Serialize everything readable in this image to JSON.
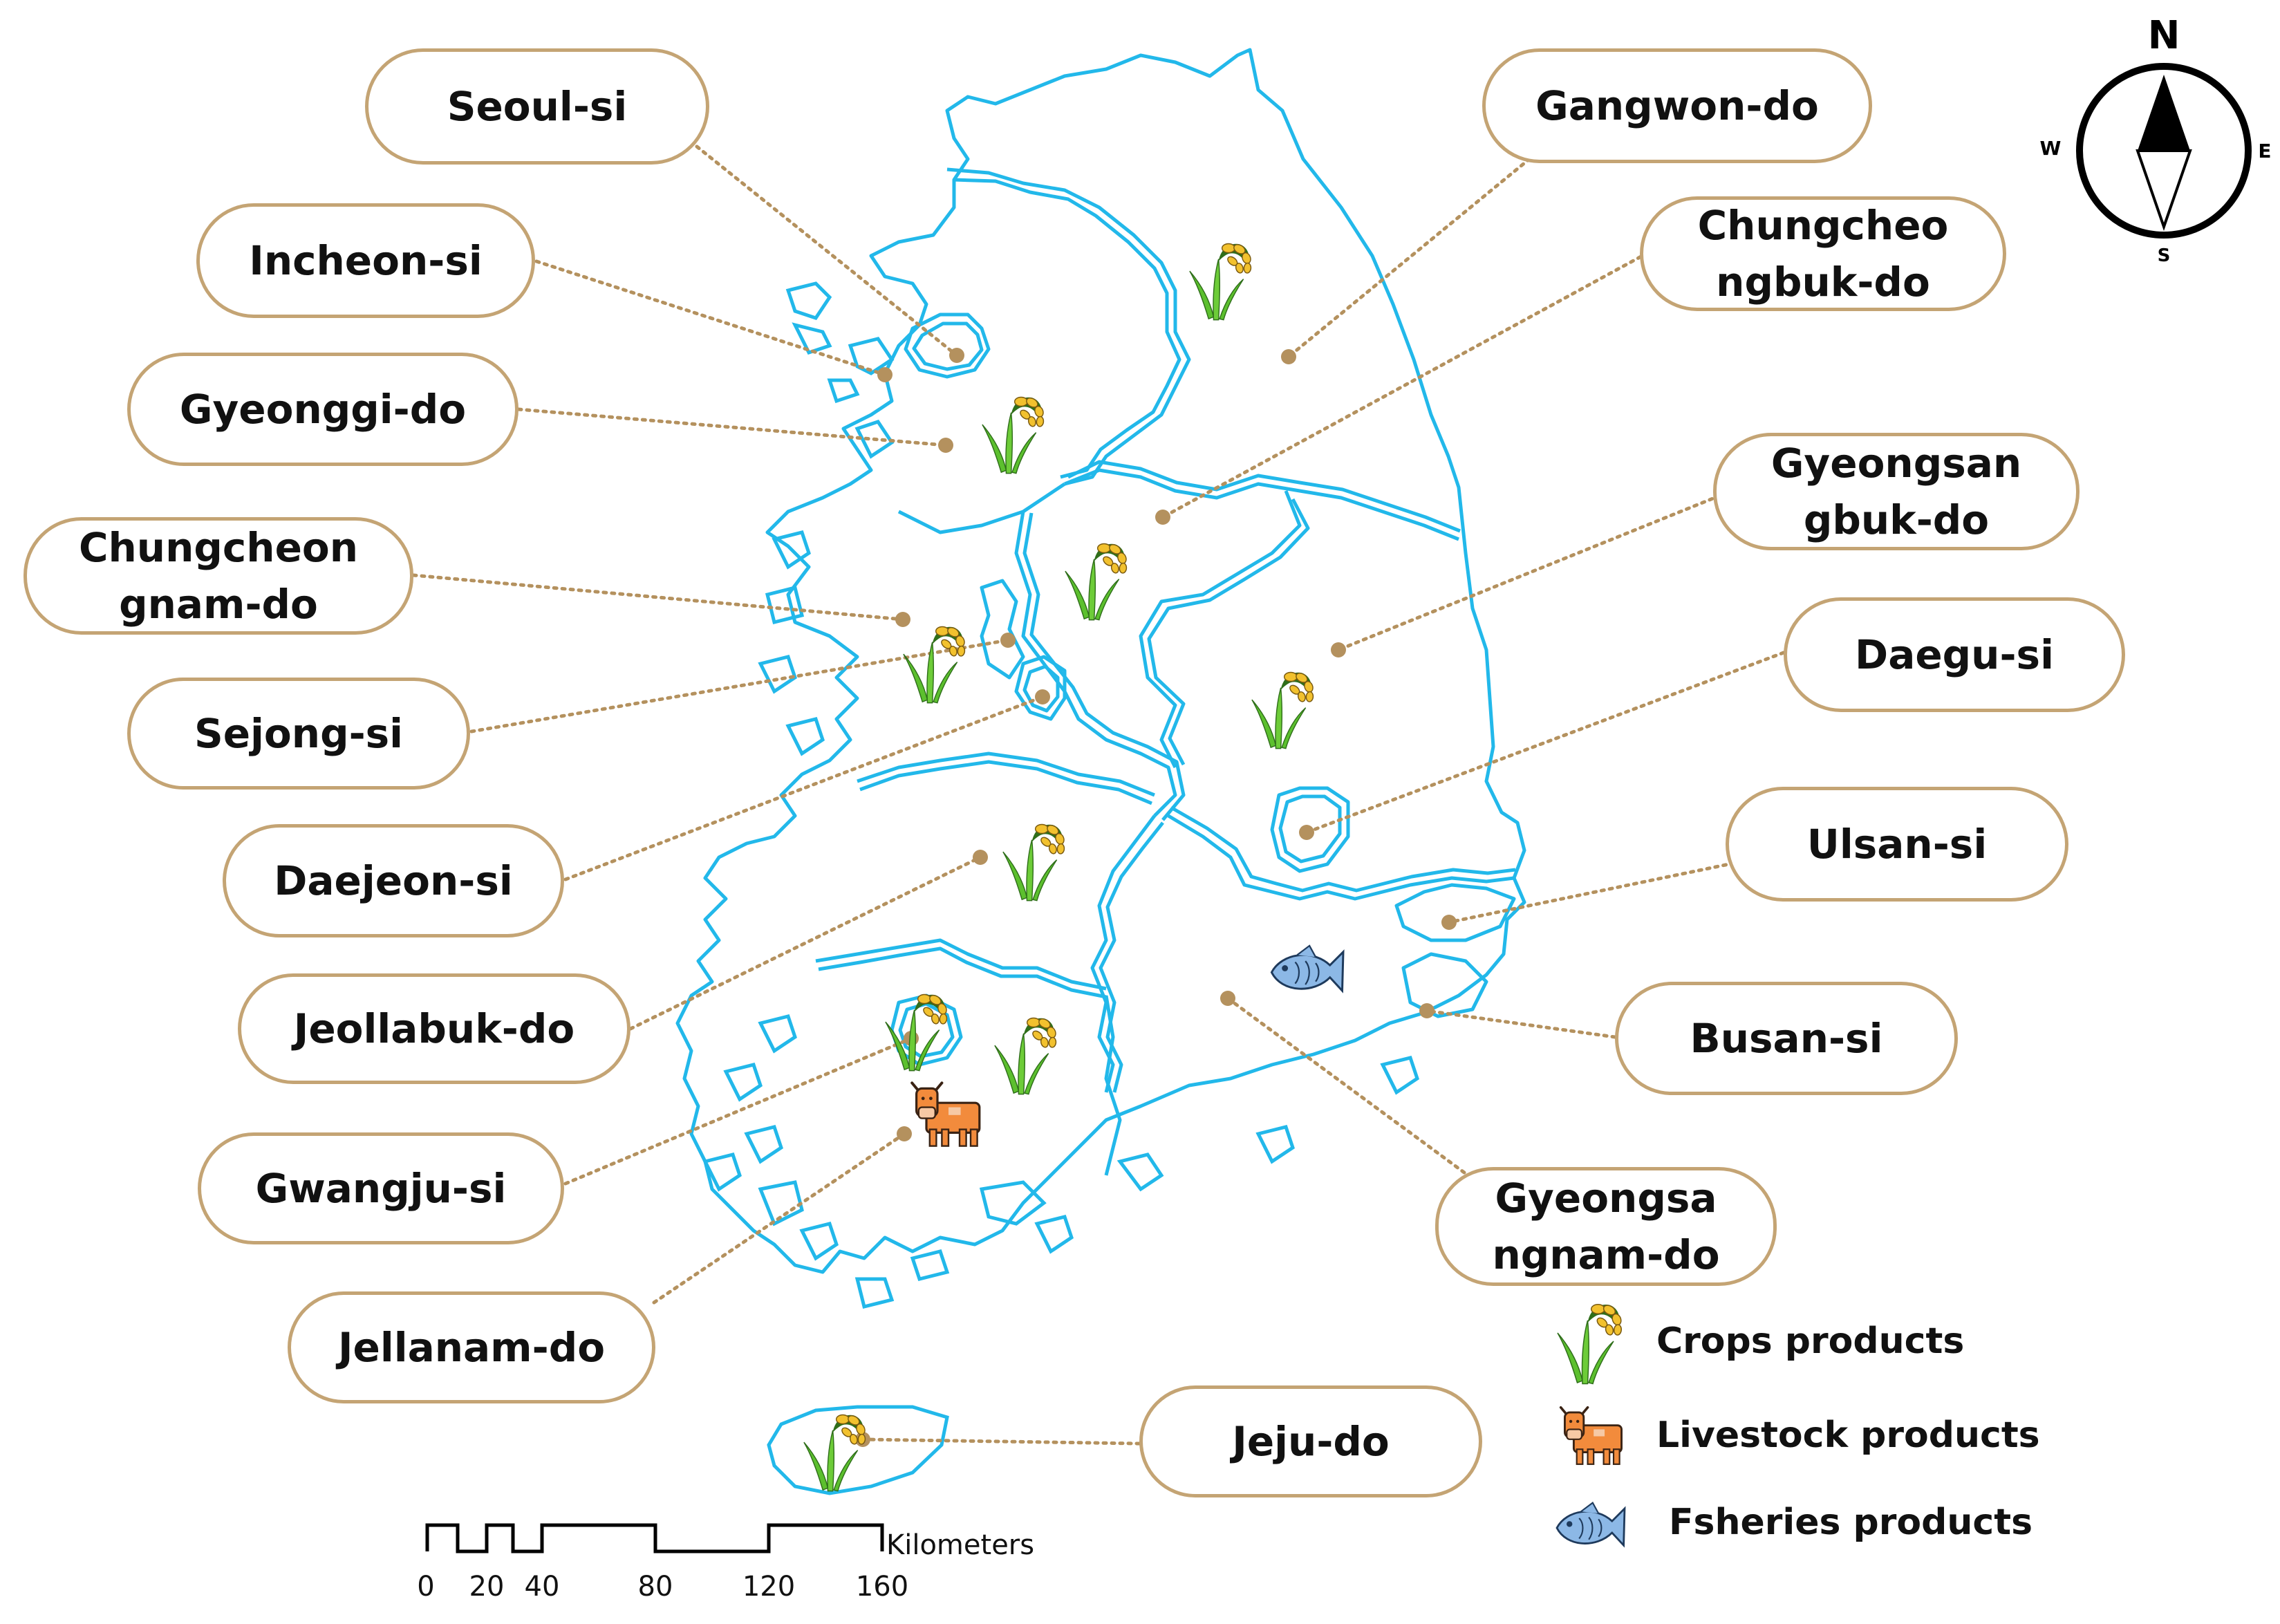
{
  "regions": [
    {
      "id": "seoul",
      "name": "Seoul-si",
      "product": "",
      "color_hint": ""
    },
    {
      "id": "incheon",
      "name": "Incheon-si",
      "product": ""
    },
    {
      "id": "gyeonggi",
      "name": "Gyeonggi-do",
      "product": "crops"
    },
    {
      "id": "chungnam",
      "name": "Chungcheon\ngnam-do",
      "product": "crops"
    },
    {
      "id": "sejong",
      "name": "Sejong-si",
      "product": ""
    },
    {
      "id": "daejeon",
      "name": "Daejeon-si",
      "product": ""
    },
    {
      "id": "jeonbuk",
      "name": "Jeollabuk-do",
      "product": "crops"
    },
    {
      "id": "gwangju",
      "name": "Gwangju-si",
      "product": "crops"
    },
    {
      "id": "jeonnam",
      "name": "Jellanam-do",
      "product": "crops, livestock"
    },
    {
      "id": "jeju",
      "name": "Jeju-do",
      "product": "crops"
    },
    {
      "id": "gangwon",
      "name": "Gangwon-do",
      "product": "crops"
    },
    {
      "id": "chungbuk",
      "name": "Chungcheo\nngbuk-do",
      "product": "crops"
    },
    {
      "id": "gyeongbuk",
      "name": "Gyeongsan\ngbuk-do",
      "product": "crops"
    },
    {
      "id": "daegu",
      "name": "Daegu-si",
      "product": ""
    },
    {
      "id": "ulsan",
      "name": "Ulsan-si",
      "product": ""
    },
    {
      "id": "busan",
      "name": "Busan-si",
      "product": ""
    },
    {
      "id": "gyeongnam",
      "name": "Gyeongsa\nngnam-do",
      "product": "fisheries"
    }
  ],
  "legend": {
    "crops": "Crops products",
    "livestock": "Livestock products",
    "fisheries": "Fsheries products"
  },
  "compass": {
    "n": "N",
    "s": "S",
    "e": "E",
    "w": "W"
  },
  "scale": {
    "unit": "Kilometers",
    "ticks": [
      "0",
      "20",
      "40",
      "80",
      "120",
      "160"
    ]
  },
  "colors": {
    "boundary": "#22b8ea",
    "label_border": "#c4a474",
    "leader": "#b4915e",
    "crop_green": "#5cc02e",
    "crop_grain": "#f2c12e",
    "livestock": "#f28b3c",
    "fish": "#8cb8e6"
  }
}
